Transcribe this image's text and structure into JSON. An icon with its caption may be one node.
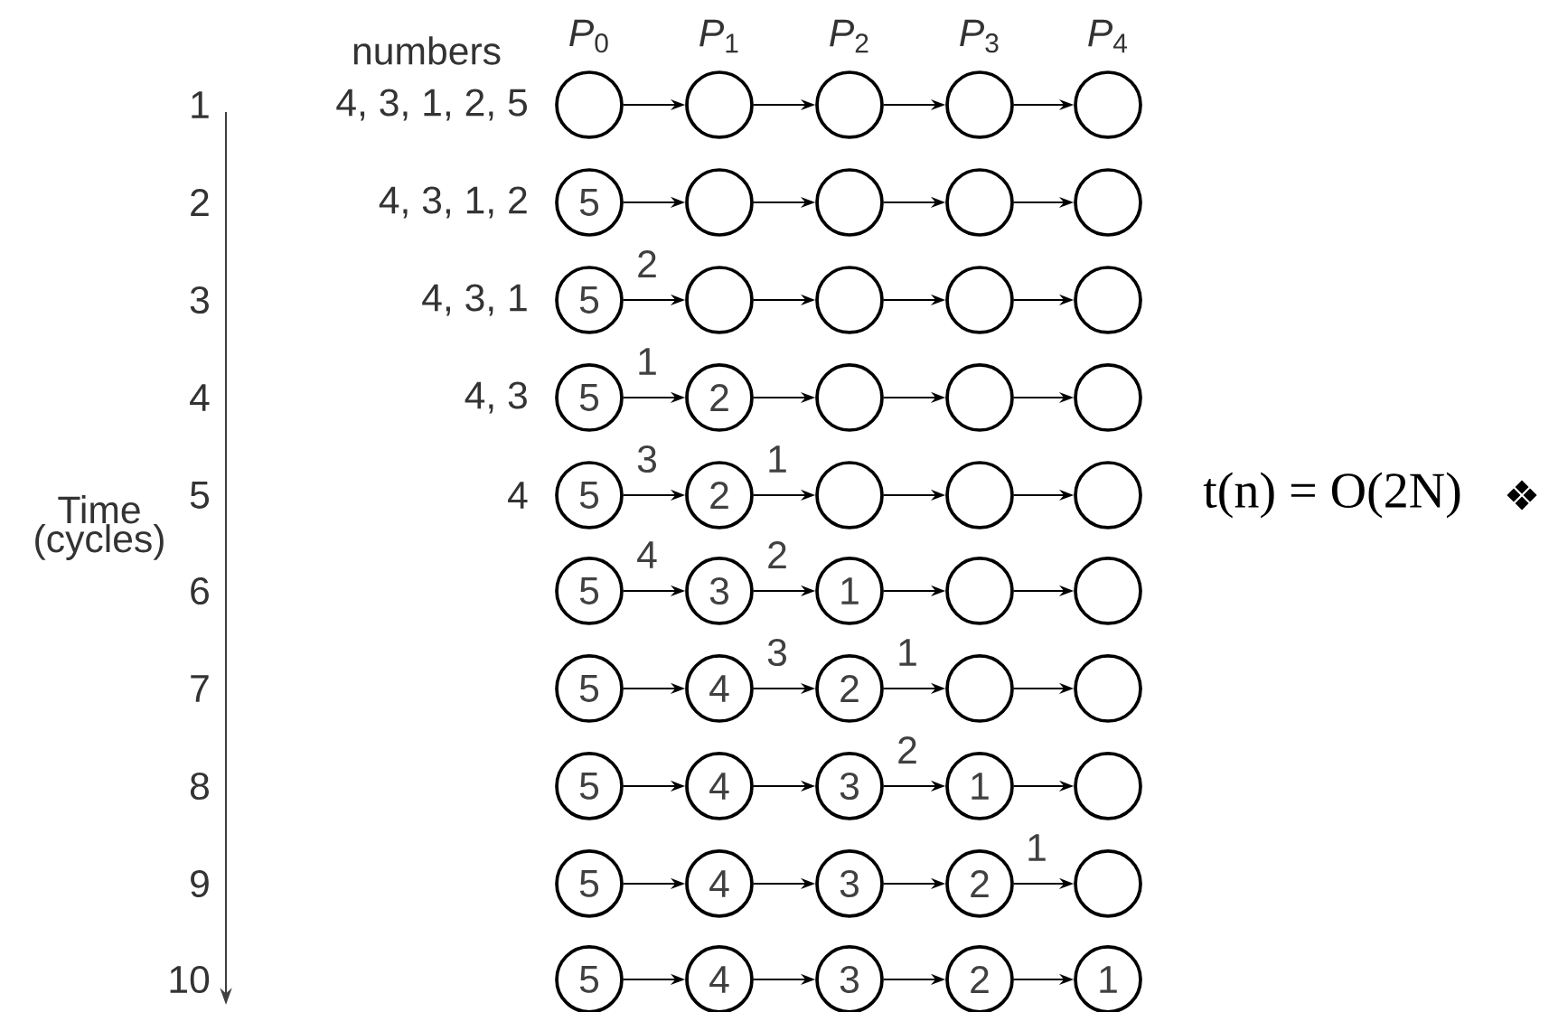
{
  "diagram": {
    "nodes": [
      {
        "text": [],
        "shape": "circle"
      },
      {
        "text": [],
        "shape": "circle"
      },
      {
        "text": [],
        "shape": "circle"
      },
      {
        "text": [],
        "shape": "circle"
      },
      {
        "text": [],
        "shape": "circle"
      },
      {
        "text": [
          "5"
        ]
      },
      {
        "text": [],
        "shape": "circle"
      },
      {
        "text": [],
        "shape": "circle"
      },
      {
        "text": [],
        "shape": "circle"
      },
      {
        "text": [],
        "shape": "circle"
      },
      {
        "text": [
          "5"
        ]
      },
      {
        "text": [],
        "shape": "circle"
      },
      {
        "text": [],
        "shape": "circle"
      },
      {
        "text": [],
        "shape": "circle"
      },
      {
        "text": [],
        "shape": "circle"
      },
      {
        "text": [
          "5"
        ]
      },
      {
        "text": [
          "2"
        ]
      },
      {
        "text": [],
        "shape": "circle"
      },
      {
        "text": [],
        "shape": "circle"
      },
      {
        "text": [],
        "shape": "circle"
      },
      {
        "text": [
          "5"
        ]
      },
      {
        "text": [
          "2"
        ]
      },
      {
        "text": [],
        "shape": "circle"
      },
      {
        "text": [],
        "shape": "circle"
      },
      {
        "text": [],
        "shape": "circle"
      },
      {
        "text": [
          "5"
        ]
      },
      {
        "text": [
          "3"
        ]
      },
      {
        "text": [
          "1"
        ]
      },
      {
        "text": [],
        "shape": "circle"
      },
      {
        "text": [],
        "shape": "circle"
      },
      {
        "text": [
          "5"
        ]
      },
      {
        "text": [
          "4"
        ]
      },
      {
        "text": [
          "2"
        ]
      },
      {
        "text": [],
        "shape": "circle"
      },
      {
        "text": [],
        "shape": "circle"
      },
      {
        "text": [
          "5"
        ]
      },
      {
        "text": [
          "4"
        ]
      },
      {
        "text": [
          "3"
        ]
      },
      {
        "text": [
          "1"
        ]
      },
      {
        "text": [],
        "shape": "circle"
      },
      {
        "text": [
          "5"
        ]
      },
      {
        "text": [
          "4"
        ]
      },
      {
        "text": [
          "3"
        ]
      },
      {
        "text": [
          "2"
        ]
      },
      {
        "text": [],
        "shape": "circle"
      },
      {
        "text": [
          "5"
        ]
      },
      {
        "text": [
          "4"
        ]
      },
      {
        "text": [
          "3"
        ]
      },
      {
        "text": [
          "2"
        ]
      },
      {
        "text": [
          "1"
        ]
      }
    ],
    "edges": [
      {
        "from": 0,
        "to": 1,
        "arrow": "to"
      },
      {
        "from": 1,
        "to": 2,
        "arrow": "to"
      },
      {
        "from": 2,
        "to": 3,
        "arrow": "to"
      },
      {
        "from": 3,
        "to": 4,
        "arrow": "to"
      },
      {
        "from": 5,
        "to": 6,
        "arrow": "to"
      },
      {
        "from": 6,
        "to": 7,
        "arrow": "to"
      },
      {
        "from": 7,
        "to": 8,
        "arrow": "to"
      },
      {
        "from": 8,
        "to": 9,
        "arrow": "to"
      },
      {
        "from": 10,
        "to": 11,
        "arrow": "to",
        "label": "2"
      },
      {
        "from": 11,
        "to": 12,
        "arrow": "to"
      },
      {
        "from": 12,
        "to": 13,
        "arrow": "to"
      },
      {
        "from": 13,
        "to": 14,
        "arrow": "to"
      },
      {
        "from": 15,
        "to": 16,
        "arrow": "to",
        "label": "1"
      },
      {
        "from": 16,
        "to": 17,
        "arrow": "to"
      },
      {
        "from": 17,
        "to": 18,
        "arrow": "to"
      },
      {
        "from": 18,
        "to": 19,
        "arrow": "to"
      },
      {
        "from": 20,
        "to": 21,
        "arrow": "to",
        "label": "3"
      },
      {
        "from": 21,
        "to": 22,
        "arrow": "to",
        "label": "1"
      },
      {
        "from": 22,
        "to": 23,
        "arrow": "to"
      },
      {
        "from": 23,
        "to": 24,
        "arrow": "to"
      },
      {
        "from": 25,
        "to": 26,
        "arrow": "to",
        "label": "4"
      },
      {
        "from": 26,
        "to": 27,
        "arrow": "to",
        "label": "2"
      },
      {
        "from": 27,
        "to": 28,
        "arrow": "to"
      },
      {
        "from": 28,
        "to": 29,
        "arrow": "to"
      },
      {
        "from": 30,
        "to": 31,
        "arrow": "to"
      },
      {
        "from": 31,
        "to": 32,
        "arrow": "to",
        "label": "3"
      },
      {
        "from": 32,
        "to": 33,
        "arrow": "to",
        "label": "1"
      },
      {
        "from": 33,
        "to": 34,
        "arrow": "to"
      },
      {
        "from": 35,
        "to": 36,
        "arrow": "to"
      },
      {
        "from": 36,
        "to": 37,
        "arrow": "to"
      },
      {
        "from": 37,
        "to": 38,
        "arrow": "to",
        "label": "2"
      },
      {
        "from": 38,
        "to": 39,
        "arrow": "to"
      },
      {
        "from": 40,
        "to": 41,
        "arrow": "to"
      },
      {
        "from": 41,
        "to": 42,
        "arrow": "to"
      },
      {
        "from": 42,
        "to": 43,
        "arrow": "to"
      },
      {
        "from": 43,
        "to": 44,
        "arrow": "to",
        "label": "1"
      },
      {
        "from": 45,
        "to": 46,
        "arrow": "to"
      },
      {
        "from": 46,
        "to": 47,
        "arrow": "to"
      },
      {
        "from": 47,
        "to": 48,
        "arrow": "to"
      },
      {
        "from": 48,
        "to": 49,
        "arrow": "to"
      }
    ],
    "labels": [
      "numbers",
      "*P*$_{0}$",
      "*P*$_{1}$",
      "*P*$_{2}$",
      "*P*$_{3}$",
      "*P*$_{4}$",
      "1",
      "4, 3, 1, 2, 5",
      "2",
      "4, 3, 1, 2",
      "3",
      "4, 3, 1",
      "4",
      "4, 3",
      "Time (cycles)",
      "5",
      "4",
      "t(n) = O(2N)",
      "❖",
      "6",
      "7",
      "8",
      "9",
      "10"
    ]
  }
}
